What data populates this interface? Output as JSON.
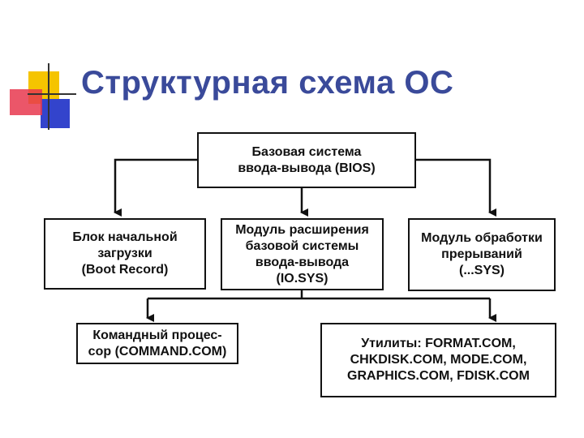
{
  "slide": {
    "title": "Структурная схема ОС"
  },
  "diagram": {
    "bios": [
      "Базовая система",
      "ввода-вывода (BIOS)"
    ],
    "boot": [
      "Блок начальной",
      "загрузки",
      "(Boot Record)"
    ],
    "iosys": [
      "Модуль расширения",
      "базовой системы",
      "ввода-вывода",
      "(IO.SYS)"
    ],
    "interrupts": [
      "Модуль обработки",
      "прерываний",
      "(...SYS)"
    ],
    "command": [
      "Командный процес-",
      "сор (COMMAND.COM)"
    ],
    "utilities": [
      "Утилиты: FORMAT.COM,",
      "CHKDISK.COM, MODE.COM,",
      "GRAPHICS.COM, FDISK.COM"
    ]
  },
  "colors": {
    "title": "#3a4a9a",
    "accent_yellow": "#f5c400",
    "accent_red": "#e8384f",
    "accent_blue": "#3344cc"
  }
}
